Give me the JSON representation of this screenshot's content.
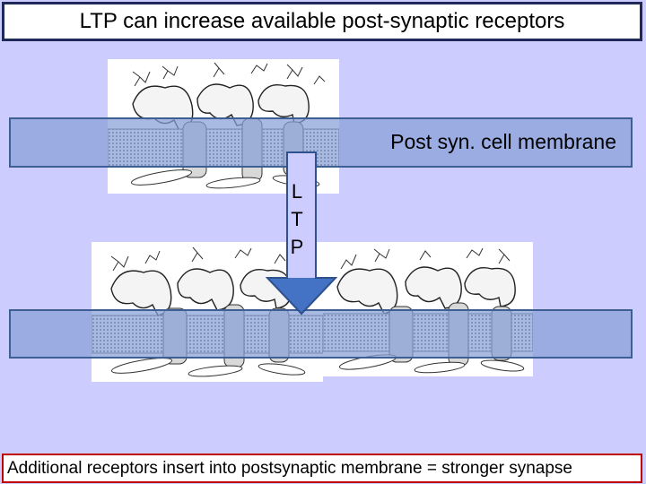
{
  "title": "LTP can increase available post-synaptic receptors",
  "membrane_label": "Post syn. cell membrane",
  "ltp_letters": [
    "L",
    "T",
    "P"
  ],
  "caption": "Additional receptors insert into postsynaptic membrane = stronger synapse",
  "colors": {
    "background": "#ccccff",
    "band_fill": "#86a0d6",
    "band_border": "#3d5f93",
    "arrow": "#4472c4",
    "caption_border": "#c00000",
    "title_border": "#1f2a5a"
  }
}
